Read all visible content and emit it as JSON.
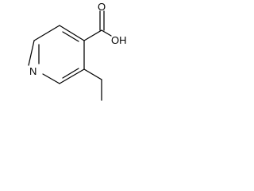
{
  "structure": {
    "atoms": {
      "ring_nitrogen": "N",
      "hydroxyl": "OH",
      "carbonyl_oxygen": "O"
    },
    "colors": {
      "bond": "#000000",
      "label": "#000000",
      "background": "#ffffff"
    }
  }
}
